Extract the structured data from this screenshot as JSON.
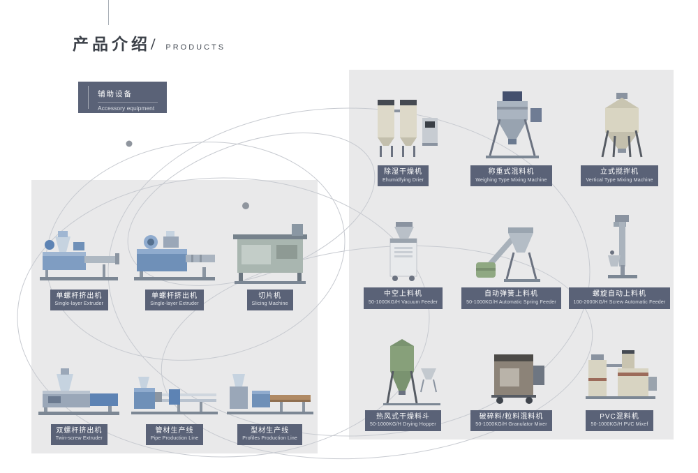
{
  "page": {
    "title_cn": "产品介绍/",
    "title_en": "PRODUCTS"
  },
  "category_badge": {
    "label_cn": "辅助设备",
    "label_en": "Accessory equipment"
  },
  "left_panel": {
    "items": [
      {
        "name_cn": "单螺杆挤出机",
        "name_en": "Single-layer Extruder",
        "icon": "single-layer-extruder-1"
      },
      {
        "name_cn": "单螺杆挤出机",
        "name_en": "Single-layer Extruder",
        "icon": "single-layer-extruder-2"
      },
      {
        "name_cn": "切片机",
        "name_en": "Slicing Machine",
        "icon": "slicing-machine"
      },
      {
        "name_cn": "双螺杆挤出机",
        "name_en": "Twin-screw Extruder",
        "icon": "twin-screw-extruder"
      },
      {
        "name_cn": "管材生产线",
        "name_en": "Pipe Production Line",
        "icon": "pipe-production-line"
      },
      {
        "name_cn": "型材生产线",
        "name_en": "Profiles Production Line",
        "icon": "profiles-production-line"
      }
    ]
  },
  "right_panel": {
    "items": [
      {
        "name_cn": "除湿干燥机",
        "name_en": "Ehumidfying Drier",
        "icon": "dehumidifying-drier"
      },
      {
        "name_cn": "称重式混料机",
        "name_en": "Weighing Type Mixing Machine",
        "icon": "weighing-type-mixing-machine"
      },
      {
        "name_cn": "立式搅拌机",
        "name_en": "Vertical Type Mixing Machine",
        "icon": "vertical-type-mixing-machine"
      },
      {
        "name_cn": "中空上料机",
        "name_en": "50-1000KG/H  Vacuum Feeder",
        "icon": "vacuum-feeder"
      },
      {
        "name_cn": "自动弹簧上料机",
        "name_en": "50-1000KG/H  Automatic Spring Feeder",
        "icon": "automatic-spring-feeder"
      },
      {
        "name_cn": "螺旋自动上料机",
        "name_en": "100-2000KG/H  Screw Automatic Feeder",
        "icon": "screw-automatic-feeder"
      },
      {
        "name_cn": "热风式干燥料斗",
        "name_en": "50-1000KG/H  Drying Hopper",
        "icon": "drying-hopper"
      },
      {
        "name_cn": "破碎料/粒料混料机",
        "name_en": "50-1000KG/H  Granulator Mixer",
        "icon": "granulator-mixer"
      },
      {
        "name_cn": "PVC混料机",
        "name_en": "50-1000KG/H  PVC Mixef",
        "icon": "pvc-mixer"
      }
    ]
  },
  "colors": {
    "label_bg": "#5a6277",
    "panel_bg": "#e9e9ea",
    "orbit_line": "#c7cad0"
  }
}
